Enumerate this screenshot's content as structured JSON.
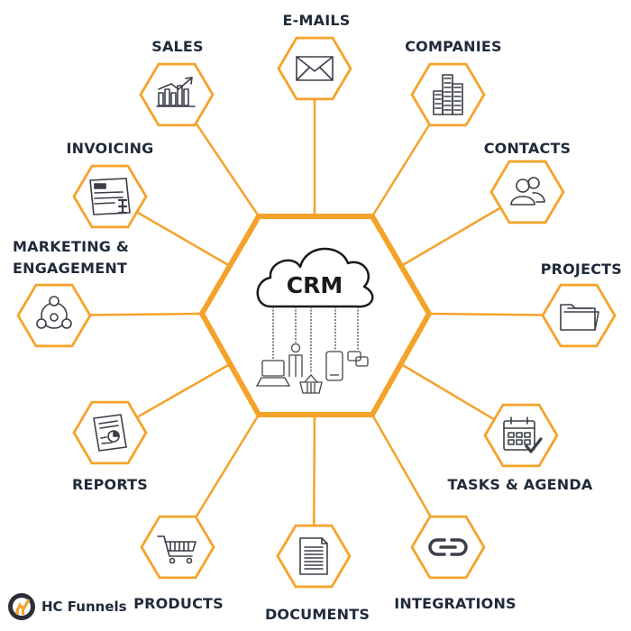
{
  "center": {
    "label": "CRM"
  },
  "nodes": [
    {
      "id": "emails",
      "label": "E-MAILS",
      "icon": "envelope-icon"
    },
    {
      "id": "sales",
      "label": "SALES",
      "icon": "rising-chart-icon"
    },
    {
      "id": "companies",
      "label": "COMPANIES",
      "icon": "office-building-icon"
    },
    {
      "id": "invoicing",
      "label": "INVOICING",
      "icon": "invoice-icon"
    },
    {
      "id": "contacts",
      "label": "CONTACTS",
      "icon": "contacts-people-icon"
    },
    {
      "id": "marketing",
      "label": "MARKETING &\nENGAGEMENT",
      "icon": "network-cycle-icon"
    },
    {
      "id": "projects",
      "label": "PROJECTS",
      "icon": "folder-icon"
    },
    {
      "id": "reports",
      "label": "REPORTS",
      "icon": "report-document-icon"
    },
    {
      "id": "tasks",
      "label": "TASKS & AGENDA",
      "icon": "calendar-check-icon"
    },
    {
      "id": "products",
      "label": "PRODUCTS",
      "icon": "shopping-cart-icon"
    },
    {
      "id": "documents",
      "label": "DOCUMENTS",
      "icon": "document-icon"
    },
    {
      "id": "integrations",
      "label": "INTEGRATIONS",
      "icon": "link-icon"
    }
  ],
  "brand": {
    "name": "HC Funnels",
    "logo": "hc-funnels-logo-icon"
  },
  "colors": {
    "accent": "#f5a229",
    "text": "#1f2a3a",
    "icon": "#3a3f47"
  }
}
